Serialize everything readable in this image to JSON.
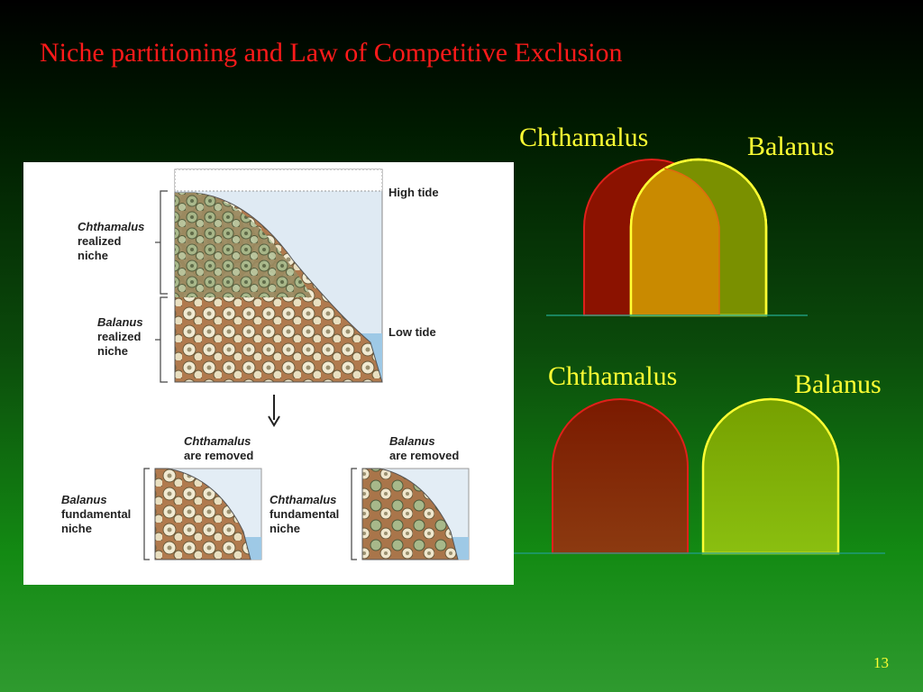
{
  "slide": {
    "title": "Niche partitioning and Law of Competitive Exclusion",
    "page_number": "13"
  },
  "figure": {
    "chthamalus_realized": [
      "Chthamalus",
      "realized",
      "niche"
    ],
    "balanus_realized": [
      "Balanus",
      "realized",
      "niche"
    ],
    "high_tide": "High tide",
    "low_tide": "Low tide",
    "chthamalus_removed": [
      "Chthamalus",
      "are removed"
    ],
    "balanus_removed": [
      "Balanus",
      "are removed"
    ],
    "balanus_fundamental": [
      "Balanus",
      "fundamental",
      "niche"
    ],
    "chthamalus_fundamental": [
      "Chthamalus",
      "fundamental",
      "niche"
    ]
  },
  "diagrams": {
    "top": {
      "left_label": "Chthamalus",
      "right_label": "Balanus"
    },
    "bottom": {
      "left_label": "Chthamalus",
      "right_label": "Balanus"
    }
  },
  "colors": {
    "title": "#ff1a1a",
    "label": "#ffff33",
    "chthamalus_fill": "#8b1200",
    "balanus_fill": "#7fa400",
    "overlap_fill": "#c98a00"
  }
}
